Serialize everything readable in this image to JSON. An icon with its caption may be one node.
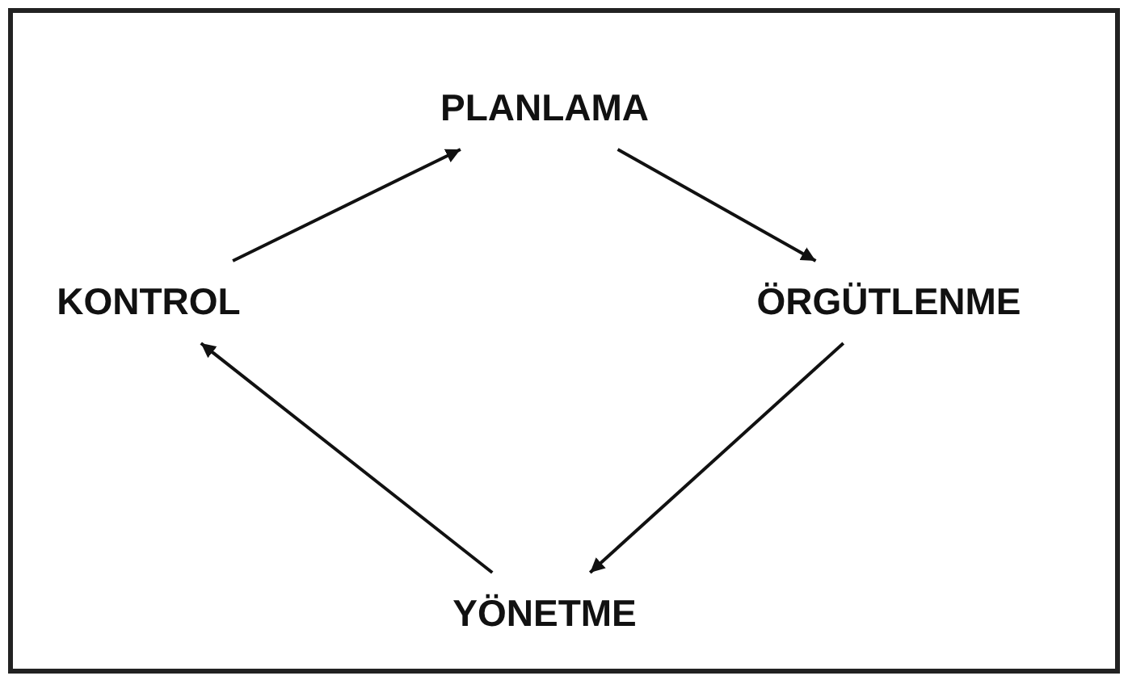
{
  "diagram": {
    "nodes": [
      {
        "text": [
          "PLANLAMA"
        ]
      },
      {
        "text": [
          "KONTROL"
        ]
      },
      {
        "text": [
          "ÖRGÜTLENME"
        ]
      },
      {
        "text": [
          "YÖNETME"
        ]
      }
    ],
    "edges": [
      {
        "from": 1,
        "to": 0,
        "arrow": "to"
      },
      {
        "from": 0,
        "to": 2,
        "arrow": "to"
      },
      {
        "from": 2,
        "to": 3,
        "arrow": "to"
      },
      {
        "from": 3,
        "to": 1,
        "arrow": "to"
      }
    ]
  }
}
